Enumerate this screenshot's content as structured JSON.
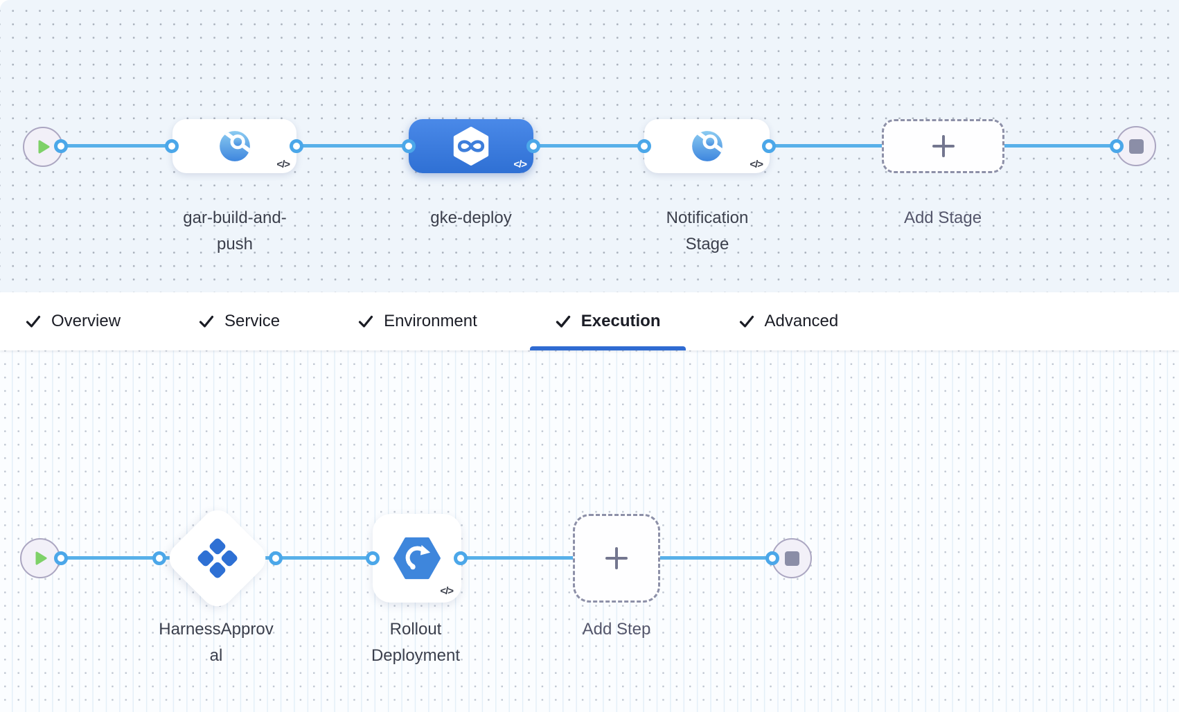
{
  "ui": {
    "code_toggle": "</>",
    "colors": {
      "connector_blue": "#58B0E9",
      "selected_stage_blue": "#3573D6",
      "tab_underline_blue": "#2F6BD2",
      "canvas_top_bg": "#EFF5FB",
      "canvas_bottom_bg": "#FBFDFF",
      "play_green": "#7ED168",
      "icon_blue": "#3E86DE"
    }
  },
  "stage_canvas": {
    "stages": [
      {
        "label": "gar-build-and-push",
        "icon": "registry-circle-icon",
        "selected": false
      },
      {
        "label": "gke-deploy",
        "icon": "deploy-hexagon-icon",
        "selected": true
      },
      {
        "label": "Notification Stage",
        "icon": "registry-circle-icon",
        "selected": false
      }
    ],
    "add_stage_label": "Add Stage"
  },
  "tab_bar": {
    "tabs": [
      {
        "label": "Overview",
        "checked": true,
        "active": false
      },
      {
        "label": "Service",
        "checked": true,
        "active": false
      },
      {
        "label": "Environment",
        "checked": true,
        "active": false
      },
      {
        "label": "Execution",
        "checked": true,
        "active": true
      },
      {
        "label": "Advanced",
        "checked": true,
        "active": false
      }
    ]
  },
  "execution_canvas": {
    "steps": [
      {
        "label": "HarnessApproval",
        "icon": "approval-icon"
      },
      {
        "label": "Rollout Deployment",
        "icon": "rollout-deployment-icon"
      }
    ],
    "add_step_label": "Add Step"
  }
}
